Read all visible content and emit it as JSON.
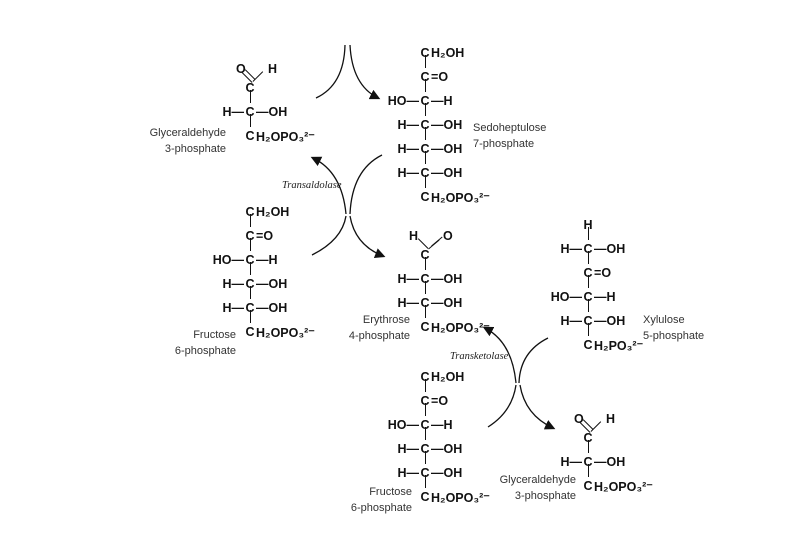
{
  "molecules": {
    "g3p_top": {
      "rows": [
        {
          "ald": true,
          "o_left": true,
          "o": "O",
          "h": "H",
          "c": "C"
        },
        {
          "l": "H",
          "lb": "—",
          "c": "C",
          "rb": "—",
          "r": "OH"
        },
        {
          "c": "C",
          "r": "H₂OPO₃²⁻"
        }
      ],
      "label": [
        "Glyceraldehyde",
        "3-phosphate"
      ]
    },
    "sedo": {
      "rows": [
        {
          "c": "C",
          "r": "H₂OH"
        },
        {
          "c": "C",
          "rb": "=",
          "r": "O"
        },
        {
          "l": "HO",
          "lb": "—",
          "c": "C",
          "rb": "—",
          "r": "H"
        },
        {
          "l": "H",
          "lb": "—",
          "c": "C",
          "rb": "—",
          "r": "OH"
        },
        {
          "l": "H",
          "lb": "—",
          "c": "C",
          "rb": "—",
          "r": "OH"
        },
        {
          "l": "H",
          "lb": "—",
          "c": "C",
          "rb": "—",
          "r": "OH"
        },
        {
          "c": "C",
          "r": "H₂OPO₃²⁻"
        }
      ],
      "label": [
        "Sedoheptulose",
        "7-phosphate"
      ]
    },
    "f6p_left": {
      "rows": [
        {
          "c": "C",
          "r": "H₂OH"
        },
        {
          "c": "C",
          "rb": "=",
          "r": "O"
        },
        {
          "l": "HO",
          "lb": "—",
          "c": "C",
          "rb": "—",
          "r": "H"
        },
        {
          "l": "H",
          "lb": "—",
          "c": "C",
          "rb": "—",
          "r": "OH"
        },
        {
          "l": "H",
          "lb": "—",
          "c": "C",
          "rb": "—",
          "r": "OH"
        },
        {
          "c": "C",
          "r": "H₂OPO₃²⁻"
        }
      ],
      "label": [
        "Fructose",
        "6-phosphate"
      ]
    },
    "e4p": {
      "rows": [
        {
          "ald": true,
          "o_left": false,
          "o": "O",
          "h": "H",
          "c": "C"
        },
        {
          "l": "H",
          "lb": "—",
          "c": "C",
          "rb": "—",
          "r": "OH"
        },
        {
          "l": "H",
          "lb": "—",
          "c": "C",
          "rb": "—",
          "r": "OH"
        },
        {
          "c": "C",
          "r": "H₂OPO₃²⁻"
        }
      ],
      "label": [
        "Erythrose",
        "4-phosphate"
      ]
    },
    "xylulose": {
      "rows": [
        {
          "c": "H"
        },
        {
          "l": "H",
          "lb": "—",
          "c": "C",
          "rb": "—",
          "r": "OH"
        },
        {
          "c": "C",
          "rb": "=",
          "r": "O"
        },
        {
          "l": "HO",
          "lb": "—",
          "c": "C",
          "rb": "—",
          "r": "H"
        },
        {
          "l": "H",
          "lb": "—",
          "c": "C",
          "rb": "—",
          "r": "OH"
        },
        {
          "c": "C",
          "r": "H₂PO₃²⁻"
        }
      ],
      "label": [
        "Xylulose",
        "5-phosphate"
      ]
    },
    "f6p_bottom": {
      "rows": [
        {
          "c": "C",
          "r": "H₂OH"
        },
        {
          "c": "C",
          "rb": "=",
          "r": "O"
        },
        {
          "l": "HO",
          "lb": "—",
          "c": "C",
          "rb": "—",
          "r": "H"
        },
        {
          "l": "H",
          "lb": "—",
          "c": "C",
          "rb": "—",
          "r": "OH"
        },
        {
          "l": "H",
          "lb": "—",
          "c": "C",
          "rb": "—",
          "r": "OH"
        },
        {
          "c": "C",
          "r": "H₂OPO₃²⁻"
        }
      ],
      "label": [
        "Fructose",
        "6-phosphate"
      ]
    },
    "g3p_bottom": {
      "rows": [
        {
          "ald": true,
          "o_left": true,
          "o": "O",
          "h": "H",
          "c": "C"
        },
        {
          "l": "H",
          "lb": "—",
          "c": "C",
          "rb": "—",
          "r": "OH"
        },
        {
          "c": "C",
          "r": "H₂OPO₃²⁻"
        }
      ],
      "label": [
        "Glyceraldehyde",
        "3-phosphate"
      ]
    }
  },
  "enzymes": {
    "transaldolase": "Transaldolase",
    "transketolase": "Transketolase"
  }
}
